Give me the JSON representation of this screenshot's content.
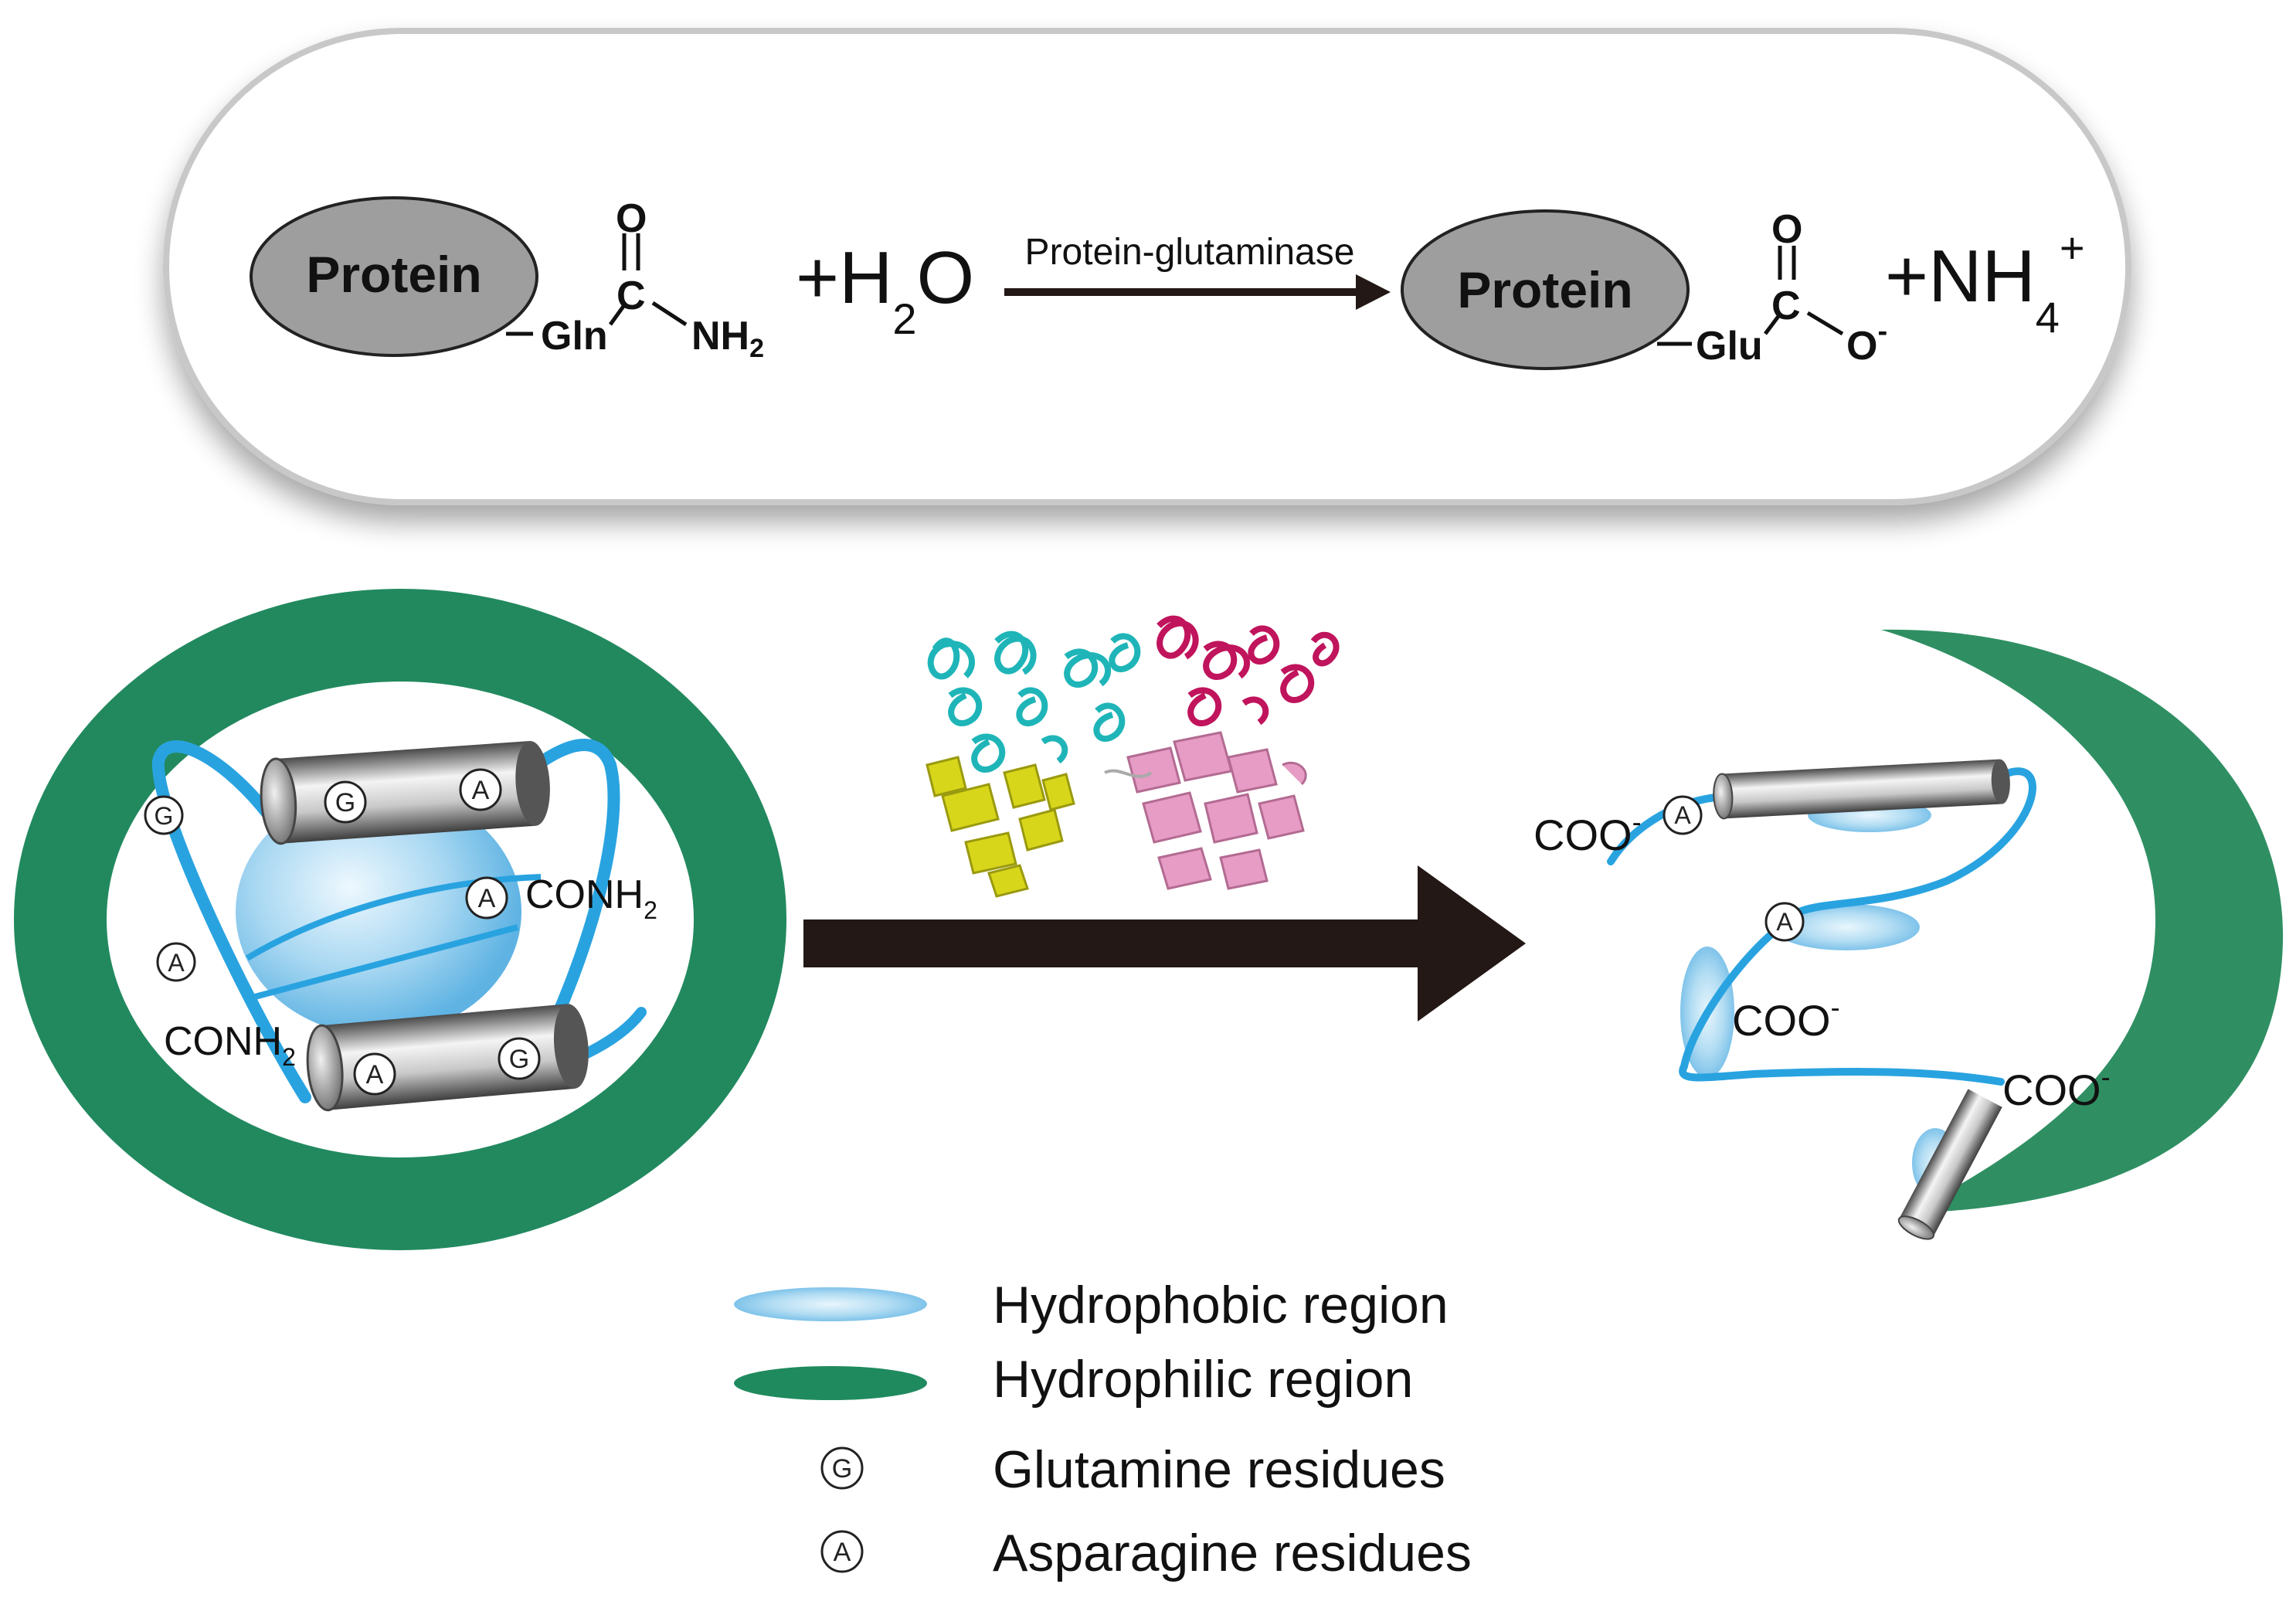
{
  "reaction": {
    "protein_left": "Protein",
    "gln": "Gln",
    "carbonyl_o_left": "O",
    "carbon_left": "C",
    "amide_nh": "NH",
    "amide_sub": "2",
    "plus_water": "+H",
    "water_sub": "2",
    "water_o": "O",
    "enzyme": "Protein-glutaminase",
    "protein_right": "Protein",
    "glu": "Glu",
    "carbonyl_o_right": "O",
    "carbon_right": "C",
    "carboxylate_o": "O",
    "minus": "-",
    "plus_ammonium": "+NH",
    "ammonium_sub": "4",
    "ammonium_sup": "+"
  },
  "native_protein": {
    "residues": [
      "G",
      "G",
      "A",
      "A",
      "A",
      "A",
      "G"
    ],
    "conh_main": "CONH",
    "conh_sub": "2"
  },
  "deamidated_protein": {
    "residues": [
      "A",
      "A"
    ],
    "coo": "COO",
    "minus": "-"
  },
  "legend": {
    "items": [
      {
        "label": "Hydrophobic region",
        "symbol": "light-blue-ellipse"
      },
      {
        "label": "Hydrophilic region",
        "symbol": "green-ellipse"
      },
      {
        "label": "Glutamine residues",
        "symbol": "G"
      },
      {
        "label": "Asparagine residues",
        "symbol": "A"
      }
    ]
  },
  "colors": {
    "hydrophilic": "#22895f",
    "chain": "#29a3e0",
    "hydrophobic": "#a8d8f0",
    "arrow": "#231815",
    "cylinder": "#9a9a9a",
    "ellipse_gray": "#9e9e9e"
  }
}
